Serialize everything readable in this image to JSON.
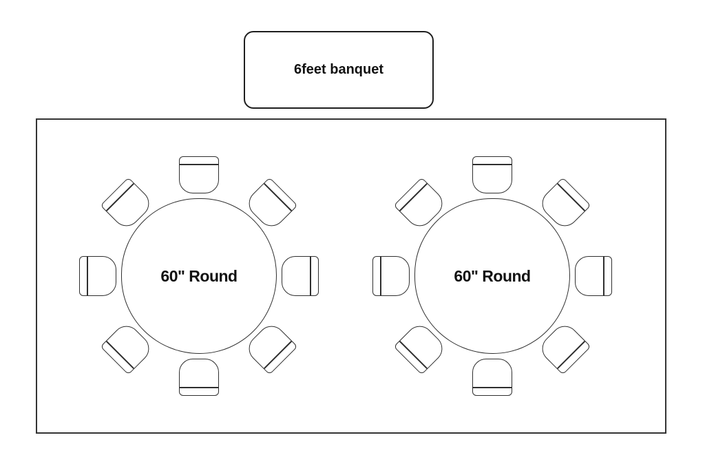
{
  "legend": {
    "label": "6feet banquet"
  },
  "floor": {
    "tables": [
      {
        "label": "60\" Round",
        "seats": 8
      },
      {
        "label": "60\" Round",
        "seats": 8
      }
    ]
  },
  "colors": {
    "line": "#2e2e2e",
    "text": "#111111",
    "background": "#ffffff"
  }
}
